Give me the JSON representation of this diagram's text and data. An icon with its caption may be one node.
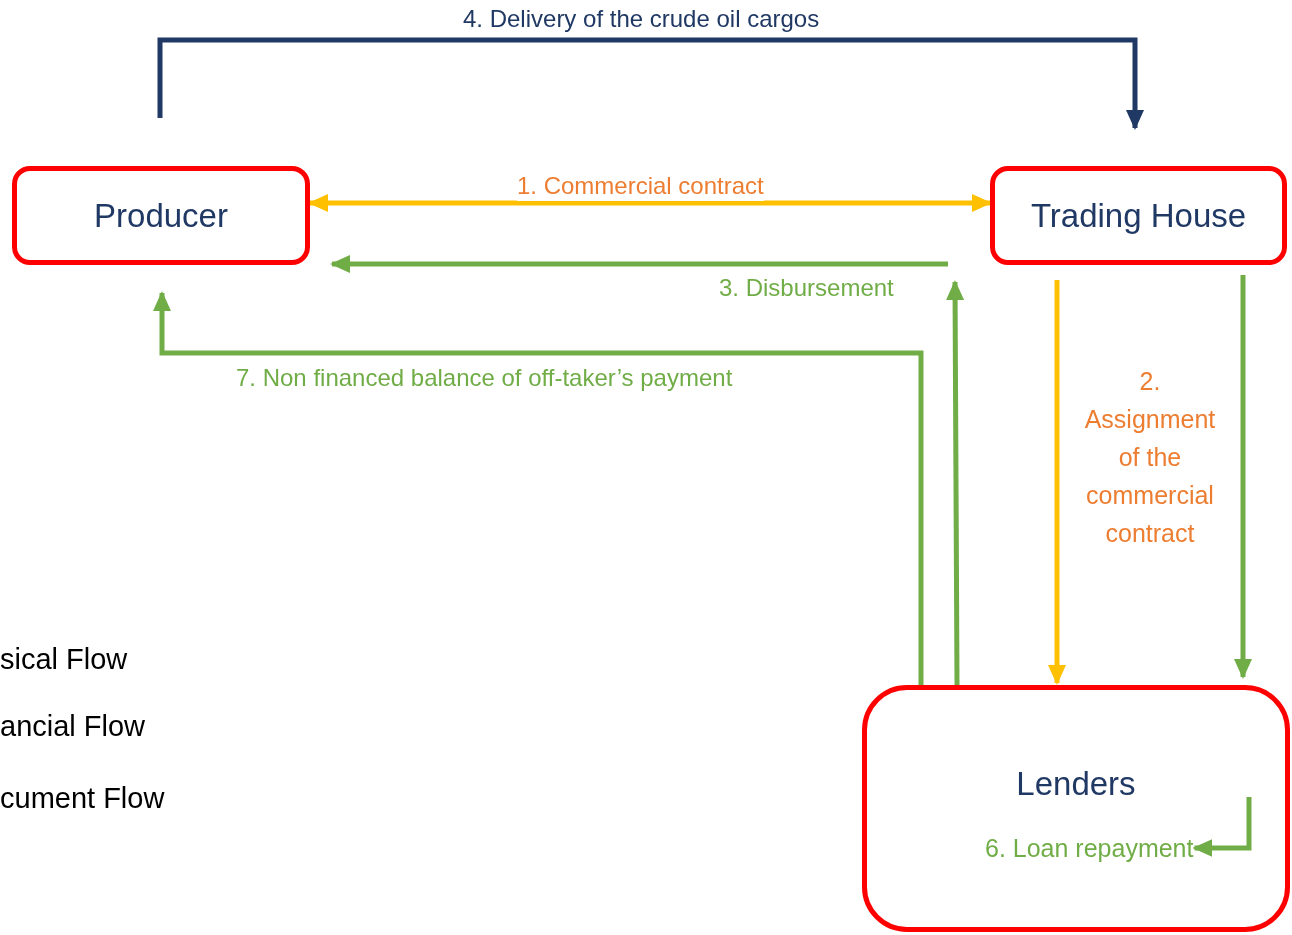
{
  "diagram": {
    "nodes": [
      {
        "text": [
          "Producer"
        ]
      },
      {
        "text": [
          "Trading House"
        ]
      },
      {
        "text": [
          "Lenders"
        ]
      },
      {
        "text": [
          "6. Loan repayment"
        ],
        "in": 2
      }
    ],
    "edges": [
      {
        "from": 0,
        "to": 1,
        "arrow": "both",
        "label": "1. Commercial contract",
        "color": "#ffc000"
      },
      {
        "from": 1,
        "to": 2,
        "arrow": "to",
        "label": "2. Assignment of the commercial contract",
        "color": "#ffc000"
      },
      {
        "from": 1,
        "to": 0,
        "arrow": "to",
        "label": "3. Disbursement"
      },
      {
        "from": 0,
        "to": 1,
        "arrow": "to",
        "label": "4. Delivery of the crude oil cargos",
        "color": "#203864"
      },
      {
        "from": 1,
        "to": 2,
        "arrow": "to"
      },
      {
        "from": 2,
        "to": 1,
        "arrow": "to"
      },
      {
        "from": 2,
        "to": 0,
        "arrow": "to",
        "label": "7. Non financed balance of off-taker’s payment"
      },
      {
        "from": null,
        "to": 3,
        "arrow": "to"
      }
    ],
    "labels": [
      "sical Flow",
      "ancial Flow",
      "cument Flow"
    ]
  }
}
